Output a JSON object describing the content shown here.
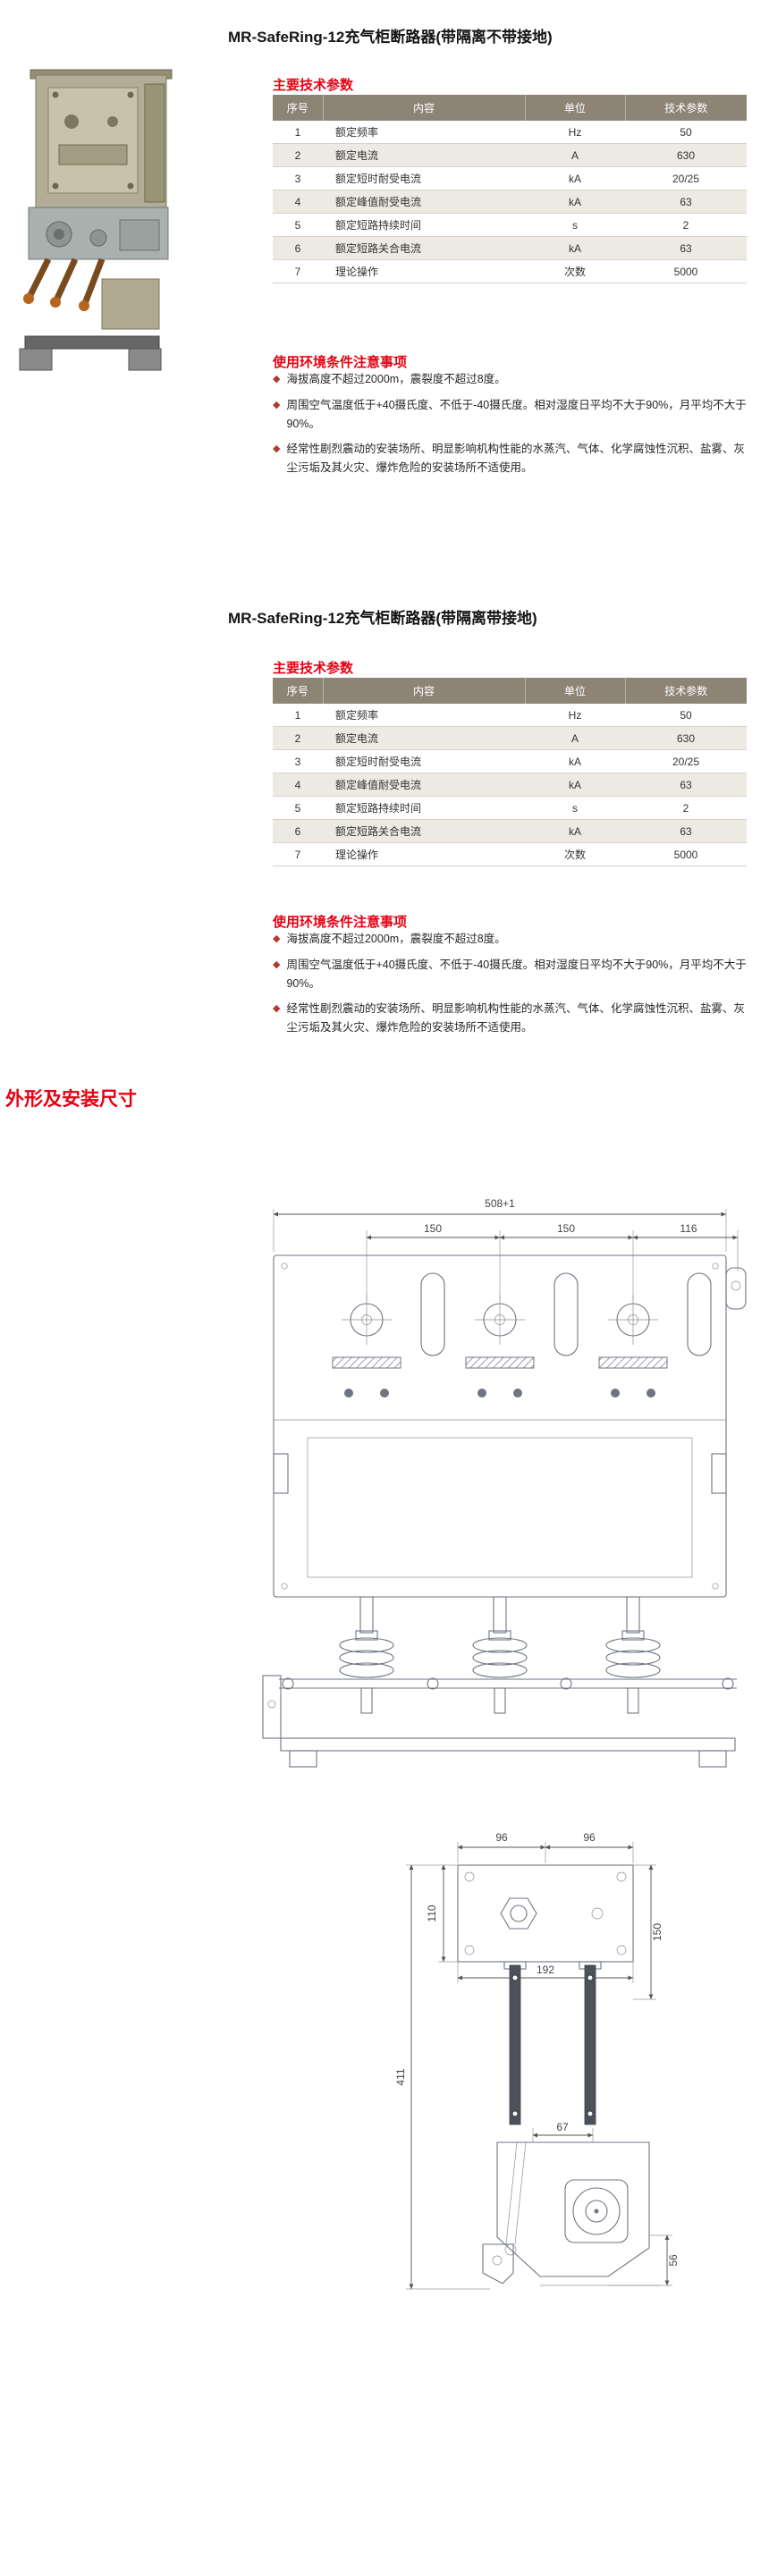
{
  "bullet_glyph": "◆",
  "colors": {
    "accent_red": "#e60012",
    "table_header_bg": "#8d8476",
    "table_row_alt_bg": "#edeae3",
    "drawing_line": "#6e7580"
  },
  "sections": [
    {
      "title": "MR-SafeRing-12充气柜断路器(带隔离不带接地)",
      "params_heading": "主要技术参数",
      "table": {
        "headers": [
          "序号",
          "内容",
          "单位",
          "技术参数"
        ],
        "rows": [
          [
            "1",
            "额定频率",
            "Hz",
            "50"
          ],
          [
            "2",
            "额定电流",
            "A",
            "630"
          ],
          [
            "3",
            "额定短时耐受电流",
            "kA",
            "20/25"
          ],
          [
            "4",
            "额定峰值耐受电流",
            "kA",
            "63"
          ],
          [
            "5",
            "额定短路持续时间",
            "s",
            "2"
          ],
          [
            "6",
            "额定短路关合电流",
            "kA",
            "63"
          ],
          [
            "7",
            "理论操作",
            "次数",
            "5000"
          ]
        ]
      },
      "env_heading": "使用环境条件注意事项",
      "notes": [
        "海拔高度不超过2000m，震裂度不超过8度。",
        "周围空气温度低于+40摄氏度、不低于-40摄氏度。相对湿度日平均不大于90%，月平均不大于90%。",
        "经常性剧烈震动的安装场所、明显影响机构性能的水蒸汽、气体、化学腐蚀性沉积、盐雾、灰尘污垢及其火灾、爆炸危险的安装场所不适使用。"
      ]
    },
    {
      "title": "MR-SafeRing-12充气柜断路器(带隔离带接地)",
      "params_heading": "主要技术参数",
      "table": {
        "headers": [
          "序号",
          "内容",
          "单位",
          "技术参数"
        ],
        "rows": [
          [
            "1",
            "额定频率",
            "Hz",
            "50"
          ],
          [
            "2",
            "额定电流",
            "A",
            "630"
          ],
          [
            "3",
            "额定短时耐受电流",
            "kA",
            "20/25"
          ],
          [
            "4",
            "额定峰值耐受电流",
            "kA",
            "63"
          ],
          [
            "5",
            "额定短路持续时间",
            "s",
            "2"
          ],
          [
            "6",
            "额定短路关合电流",
            "kA",
            "63"
          ],
          [
            "7",
            "理论操作",
            "次数",
            "5000"
          ]
        ]
      },
      "env_heading": "使用环境条件注意事项",
      "notes": [
        "海拔高度不超过2000m，震裂度不超过8度。",
        "周围空气温度低于+40摄氏度、不低于-40摄氏度。相对湿度日平均不大于90%，月平均不大于90%。",
        "经常性剧烈震动的安装场所、明显影响机构性能的水蒸汽、气体、化学腐蚀性沉积、盐雾、灰尘污垢及其火灾、爆炸危险的安装场所不适使用。"
      ]
    }
  ],
  "outline_heading": "外形及安装尺寸",
  "drawing_front": {
    "dims": {
      "total_width": "508+1",
      "span_left": "150",
      "span_right": "150",
      "side_offset": "116"
    }
  },
  "drawing_side": {
    "dims": {
      "top_left": "96",
      "top_right": "96",
      "height_left": "110",
      "height_right": "150",
      "plate_width": "192",
      "total_height": "411",
      "link_width": "67",
      "bottom_height": "56"
    }
  }
}
